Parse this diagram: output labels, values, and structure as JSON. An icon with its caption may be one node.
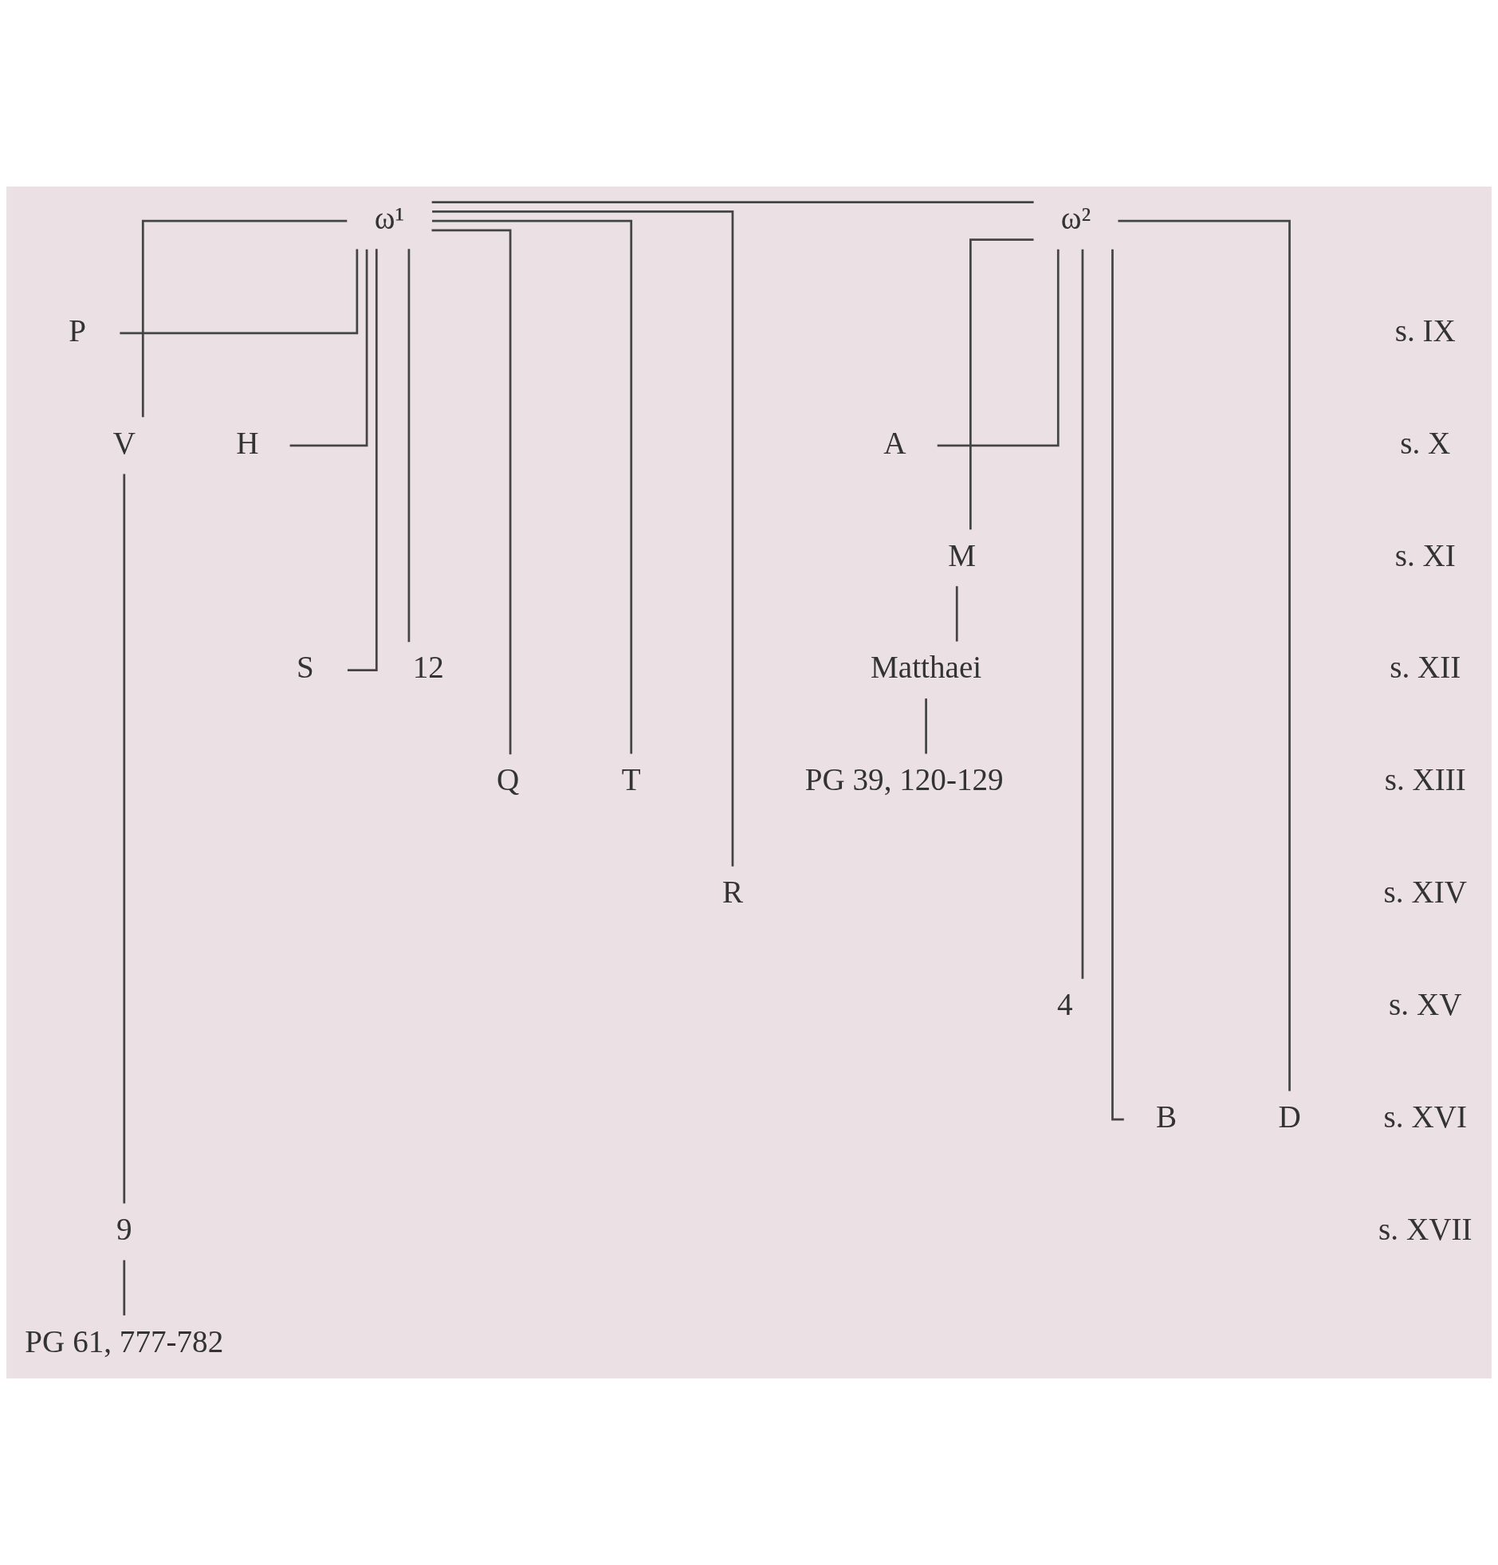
{
  "diagram": {
    "nodes": [
      {
        "text": [
          "ω¹"
        ]
      },
      {
        "text": [
          "ω²"
        ]
      },
      {
        "text": [
          "P"
        ]
      },
      {
        "text": [
          "V"
        ]
      },
      {
        "text": [
          "H"
        ]
      },
      {
        "text": [
          "A"
        ]
      },
      {
        "text": [
          "M"
        ]
      },
      {
        "text": [
          "S"
        ]
      },
      {
        "text": [
          "12"
        ]
      },
      {
        "text": [
          "Q"
        ]
      },
      {
        "text": [
          "T"
        ]
      },
      {
        "text": [
          "R"
        ]
      },
      {
        "text": [
          "4"
        ]
      },
      {
        "text": [
          "B"
        ]
      },
      {
        "text": [
          "D"
        ]
      },
      {
        "text": [
          "9"
        ]
      },
      {
        "text": [
          "Matthaei"
        ]
      },
      {
        "text": [
          "PG 39, 120-129"
        ]
      },
      {
        "text": [
          "PG 61, 777-782"
        ]
      }
    ],
    "edges": [
      {
        "from": 0,
        "to": 1,
        "arrow": "none"
      },
      {
        "from": 0,
        "to": 2,
        "arrow": "none"
      },
      {
        "from": 0,
        "to": 7,
        "arrow": "none"
      },
      {
        "from": 0,
        "to": 3,
        "arrow": "none"
      },
      {
        "from": 0,
        "to": 4,
        "arrow": "none"
      },
      {
        "from": 0,
        "to": 11,
        "arrow": "none"
      },
      {
        "from": 0,
        "to": 9,
        "arrow": "none"
      },
      {
        "from": 0,
        "to": 10,
        "arrow": "none"
      },
      {
        "from": 0,
        "to": 8,
        "arrow": "none"
      },
      {
        "from": 1,
        "to": 5,
        "arrow": "none"
      },
      {
        "from": 1,
        "to": 12,
        "arrow": "none"
      },
      {
        "from": 1,
        "to": 13,
        "arrow": "none"
      },
      {
        "from": 1,
        "to": 14,
        "arrow": "none"
      },
      {
        "from": 1,
        "to": 6,
        "arrow": "none"
      },
      {
        "from": 3,
        "to": 15,
        "arrow": "none"
      },
      {
        "from": 15,
        "to": 18,
        "arrow": "none"
      },
      {
        "from": 6,
        "to": 16,
        "arrow": "none"
      },
      {
        "from": 16,
        "to": 17,
        "arrow": "none"
      }
    ],
    "labels": [
      "s. IX",
      "s. X",
      "s. XI",
      "s. XII",
      "s. XIII",
      "s. XIV",
      "s. XV",
      "s. XVI",
      "s. XVII"
    ]
  }
}
